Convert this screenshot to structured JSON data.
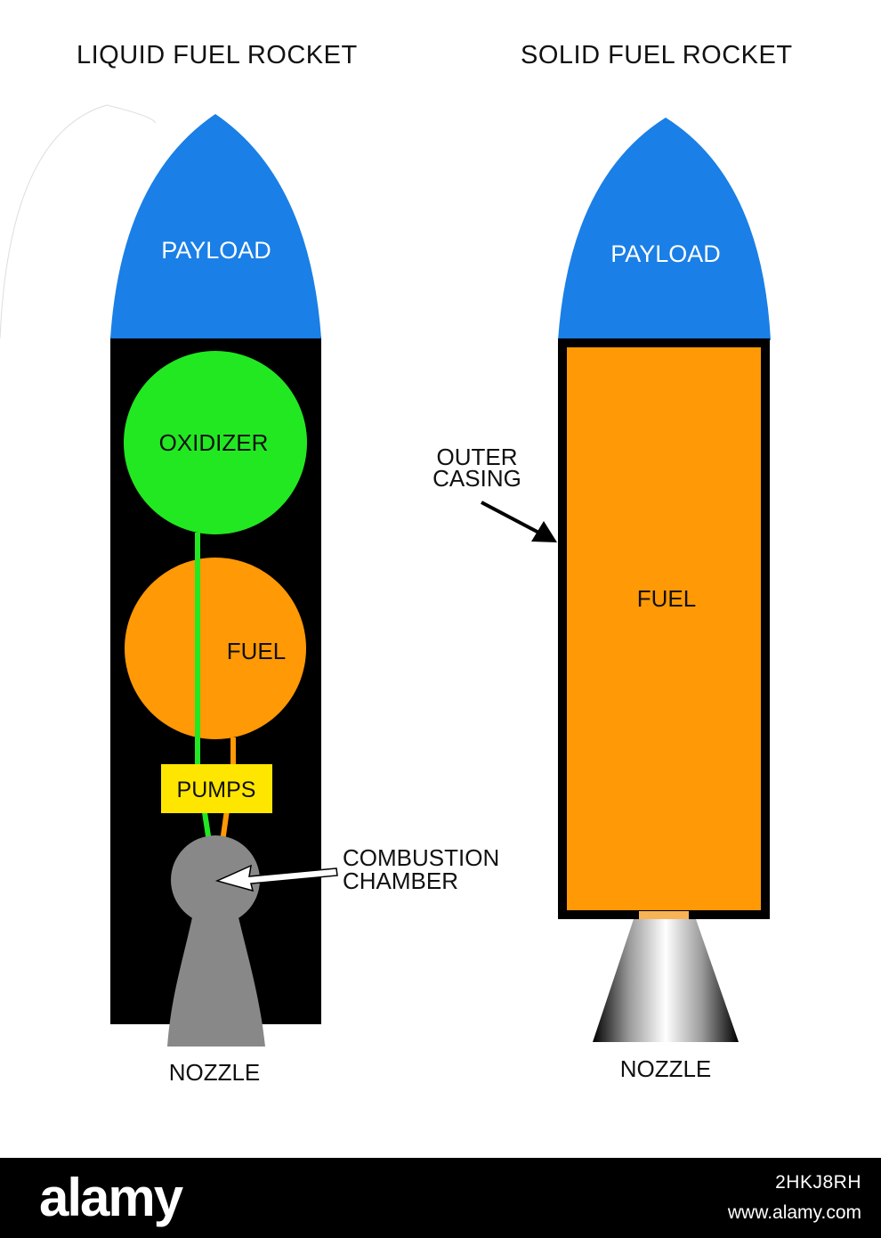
{
  "liquid": {
    "title": "LIQUID FUEL ROCKET",
    "payload": "PAYLOAD",
    "oxidizer": "OXIDIZER",
    "fuel": "FUEL",
    "pumps": "PUMPS",
    "combustion_line1": "COMBUSTION",
    "combustion_line2": "CHAMBER",
    "nozzle": "NOZZLE"
  },
  "solid": {
    "title": "SOLID FUEL ROCKET",
    "payload": "PAYLOAD",
    "casing_line1": "OUTER",
    "casing_line2": "CASING",
    "fuel": "FUEL",
    "nozzle": "NOZZLE"
  },
  "watermark": {
    "logo": "alamy",
    "image_id": "2HKJ8RH",
    "site": "www.alamy.com"
  },
  "colors": {
    "payload": "#1a7fe6",
    "oxidizer": "#22e822",
    "fuel": "#ff9905",
    "pumps": "#ffe600",
    "chamber": "#888888",
    "body": "#000000"
  }
}
